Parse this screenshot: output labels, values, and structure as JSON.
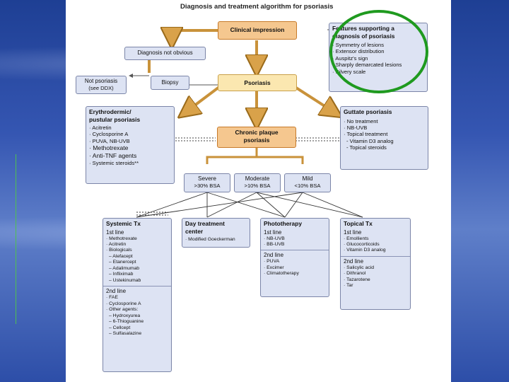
{
  "title": "Diagnosis and treatment algorithm for psoriasis",
  "nodes": {
    "clinical": "Clinical impression",
    "not_obvious": "Diagnosis not obvious",
    "not_psoriasis": [
      "Not psoriasis",
      "(see DDX)"
    ],
    "biopsy": "Biopsy",
    "psoriasis": "Psoriasis",
    "chronic": [
      "Chronic plaque",
      "psoriasis"
    ],
    "severe": [
      "Severe",
      ">30% BSA"
    ],
    "moderate": [
      "Moderate",
      ">10% BSA"
    ],
    "mild": [
      "Mild",
      "<10% BSA"
    ]
  },
  "features": {
    "title": [
      "Features supporting a",
      "diagnosis of psoriasis"
    ],
    "items": [
      "· Symmetry of lesions",
      "· Extensor distribution",
      "· Auspitz's sign",
      "· Sharply demarcated lesions",
      "· Silvery scale"
    ]
  },
  "erythrodermic": {
    "title": [
      "Erythrodermic/",
      "pustular psoriasis"
    ],
    "items": [
      "· Acitretin",
      "· Cyclosporine A",
      "· PUVA, NB-UVB",
      "· Methotrexate",
      "· Anti-TNF agents",
      "· Systemic steroids**"
    ]
  },
  "guttate": {
    "title": "Guttate psoriasis",
    "items": [
      "· No treatment",
      "· NB-UVB",
      "· Topical treatment",
      "- Vitamin D3 analog",
      "- Topical steroids"
    ]
  },
  "systemic": {
    "title": "Systemic Tx",
    "first": "1st line",
    "first_items": [
      "· Methotrexate",
      "· Acitretin",
      "· Biologicals",
      "– Alefacept",
      "– Etanercept",
      "– Adalimumab",
      "– Infliximab",
      "– Ustekinumab"
    ],
    "second": "2nd line",
    "second_items": [
      "· FAE",
      "· Cyclosporine A",
      "· Other agents:",
      "– Hydroxyurea",
      "– 6-Thioguanine",
      "– Cellcept",
      "– Sulfasalazine"
    ]
  },
  "day": {
    "title": [
      "Day treatment",
      "center"
    ],
    "items": [
      "· Modified Goeckerman"
    ]
  },
  "photo": {
    "title": "Phototherapy",
    "first": "1st line",
    "first_items": [
      "· NB-UVB",
      "· BB-UVB"
    ],
    "second": "2nd line",
    "second_items": [
      "· PUVA",
      "· Excimer",
      "· Climatotherapy"
    ]
  },
  "topical": {
    "title": "Topical Tx",
    "first": "1st line",
    "first_items": [
      "· Emollients",
      "· Glucocorticoids",
      "· Vitamin D3 analog"
    ],
    "second": "2nd line",
    "second_items": [
      "· Salicylic acid",
      "· Dithranol",
      "· Tazarotene",
      "· Tar"
    ]
  },
  "colors": {
    "box_fill": "#dde3f3",
    "orange_fill": "#f5c78f",
    "yellow_fill": "#fbe7b0",
    "highlight": "#1f9a1f"
  }
}
